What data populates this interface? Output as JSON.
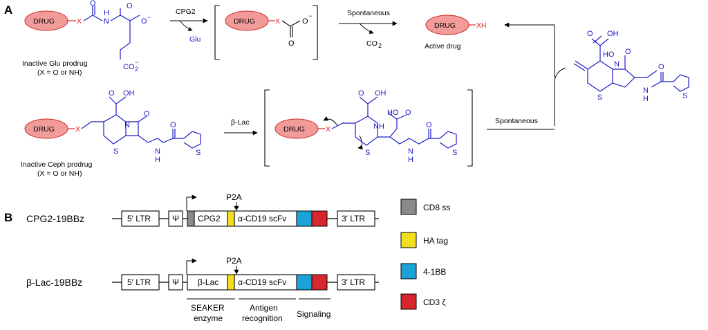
{
  "panel_a": {
    "label": "A",
    "drug": "DRUG",
    "x": "X",
    "xh": "XH",
    "o_minus": "O",
    "o": "O",
    "minus": "−",
    "nh": "N",
    "h": "H",
    "co2_minus": "CO",
    "co2_sub": "2",
    "co2_sup": "−",
    "glu_prodrug_label": "Inactive Glu prodrug",
    "glu_prodrug_sub": "(X = O or NH)",
    "cpg2": "CPG2",
    "glu": "Glu",
    "spontaneous_top": "Spontaneous",
    "co2": "CO",
    "co2_2": "2",
    "active_drug": "Active drug",
    "ceph_prodrug_label": "Inactive Ceph prodrug",
    "ceph_prodrug_sub": "(X = O or NH)",
    "beta_lac": "β-Lac",
    "spontaneous_bottom": "Spontaneous",
    "cooh": "O",
    "oh": "OH",
    "n": "N",
    "s": "S",
    "hn": "H",
    "nh_label": "NH",
    "ho": "HO"
  },
  "panel_b": {
    "label": "B",
    "constructs": [
      {
        "name": "CPG2-19BBz",
        "ltr5": "5′ LTR",
        "psi": "Ψ",
        "enzyme": "CPG2",
        "p2a": "P2A",
        "scfv": "α-CD19 scFv",
        "ltr3": "3′ LTR"
      },
      {
        "name": "β-Lac-19BBz",
        "ltr5": "5′ LTR",
        "psi": "Ψ",
        "enzyme": "β-Lac",
        "p2a": "P2A",
        "scfv": "α-CD19 scFv",
        "ltr3": "3′ LTR"
      }
    ],
    "brackets": [
      {
        "line1": "SEAKER",
        "line2": "enzyme"
      },
      {
        "line1": "Antigen",
        "line2": "recognition"
      },
      {
        "line1": "Signaling",
        "line2": ""
      }
    ],
    "legend": [
      {
        "label": "CD8 ss",
        "color": "#8a8a8a"
      },
      {
        "label": "HA tag",
        "color": "#f2de1f"
      },
      {
        "label": "4-1BB",
        "color": "#1ba3d6"
      },
      {
        "label": "CD3 ζ",
        "color": "#d9262e"
      }
    ]
  },
  "colors": {
    "drug_fill": "#f19b9b",
    "drug_stroke": "#d12a2a",
    "chem_blue": "#1c1cc8",
    "linker_red": "#e0202a"
  }
}
